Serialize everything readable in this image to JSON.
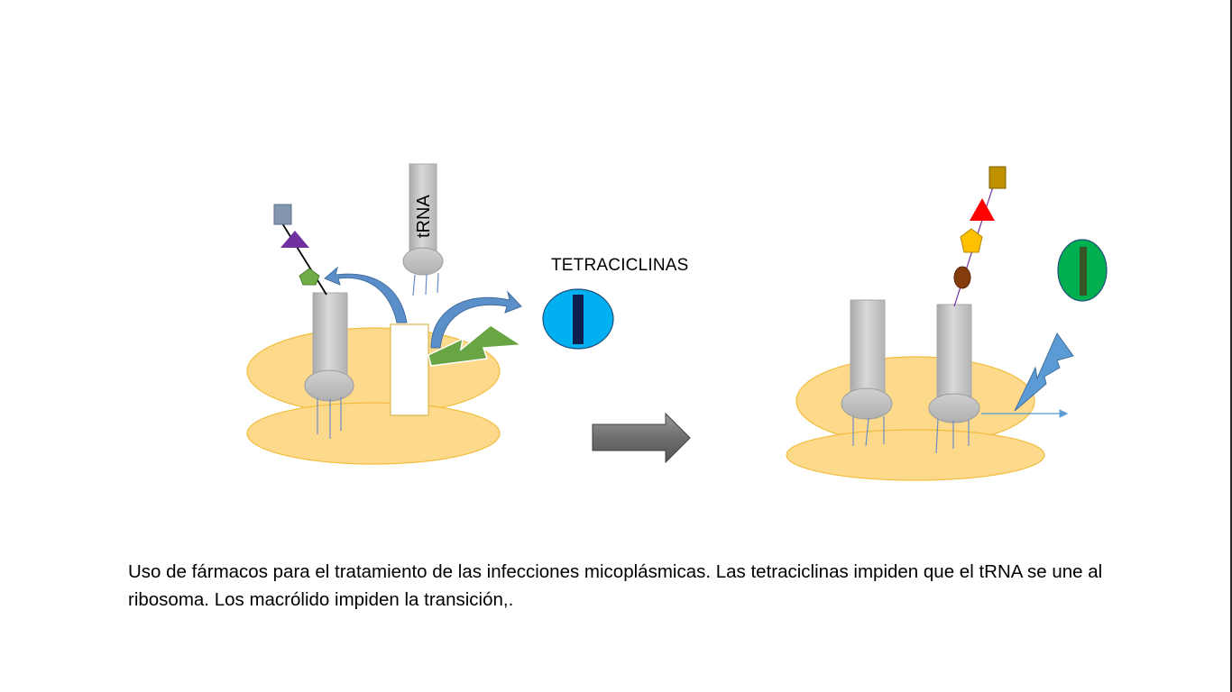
{
  "labels": {
    "trna": "tRNA",
    "drug": "TETRACICLINAS"
  },
  "caption": "Uso de fármacos para el tratamiento de las infecciones micoplásmicas. Las tetraciclinas impiden que el tRNA se une al ribosoma. Los macrólido impiden la transición,.",
  "colors": {
    "ribosome_fill": "#fdd98c",
    "ribosome_stroke": "#f2bd3c",
    "trna_gray": "#c9c9c9",
    "arrow_blue": "#4a7fbd",
    "lightning_green": "#6aa544",
    "lightning_blue": "#5b9bd5",
    "drug_blue": "#00b0f0",
    "drug_green": "#00b050",
    "triangle_purple": "#7030a0",
    "triangle_red": "#ff0000",
    "pentagon_green": "#70ad47",
    "pentagon_yellow": "#ffc000",
    "square_slate": "#8497b0",
    "square_gold": "#bf9000",
    "circle_brown": "#843c0c"
  }
}
